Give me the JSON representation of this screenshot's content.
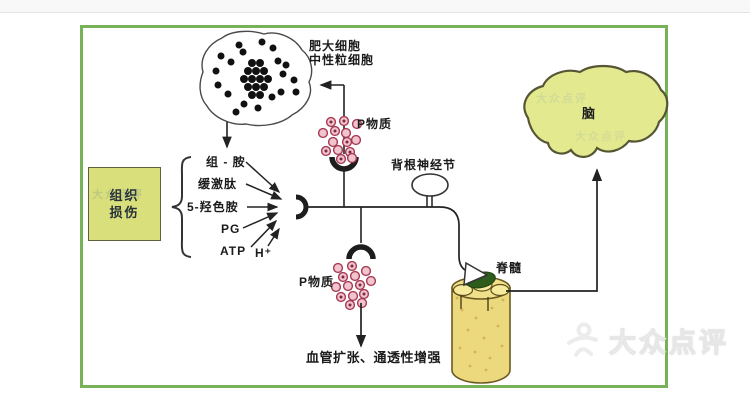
{
  "page": {
    "watermark": "大众点评"
  },
  "diagram": {
    "mast_cell": {
      "label_line1": "肥大细胞",
      "label_line2": "中性粒细胞"
    },
    "substance_p_upper": "P物质",
    "substance_p_lower": "P物质",
    "dorsal_root_ganglion": "背根神经节",
    "brain": "脑",
    "spinal_cord": "脊髓",
    "tissue_box": {
      "line1": "组织",
      "line2": "损伤"
    },
    "mediators": [
      "组 - 胺",
      "缓激肽",
      "5-羟色胺",
      "PG",
      "ATP",
      "H⁺"
    ],
    "outcome": "血管扩张、通透性增强",
    "colors": {
      "frame_green": "#77b158",
      "tissue_box_fill": "#d8df7b",
      "brain_fill": "#e2e98f",
      "spinal_fill": "#ecd97d",
      "gray_matter_green": "#2e5c1d",
      "substance_p_dot_fill": "#f2c4ce",
      "substance_p_dot_stroke": "#a63a52",
      "line_color": "#222222"
    }
  }
}
